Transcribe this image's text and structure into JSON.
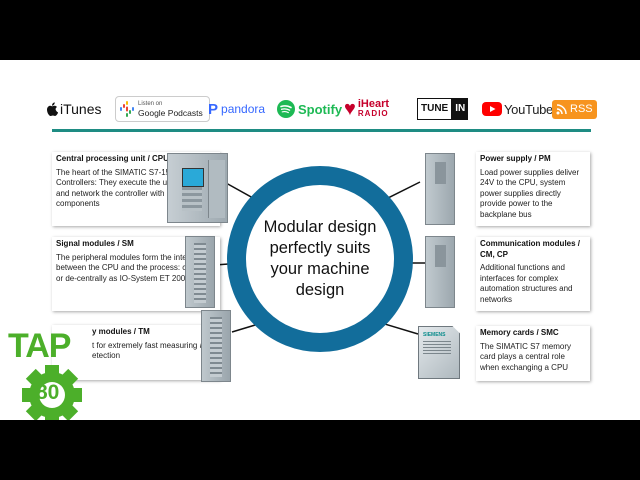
{
  "podcast_bar": {
    "itunes": "iTunes",
    "google_small": "Listen on",
    "google_main": "Google Podcasts",
    "pandora": "pandora",
    "spotify": "Spotify",
    "iheart_main": "iHeart",
    "iheart_sub": "RADIO",
    "tunein_a": "TUNE",
    "tunein_b": "IN",
    "youtube": "YouTube",
    "rss": "RSS"
  },
  "center": {
    "text": "Modular design perfectly suits your machine design"
  },
  "cards": {
    "cpu": {
      "title": "Central processing unit / CPU",
      "body": "The heart of the SIMATIC S7-1500 Controllers: They execute the user program and network the controller with other components"
    },
    "sm": {
      "title": "Signal modules / SM",
      "body": "The peripheral modules form the interface between the CPU and the process: centrally or de-centrally as IO-System ET 200MP"
    },
    "tm": {
      "title": "y modules / TM",
      "body": "t for extremely fast measuring and etection"
    },
    "pm": {
      "title": "Power supply / PM",
      "body": "Load power supplies deliver 24V to the CPU, system power supplies directly provide power to the backplane bus"
    },
    "cm": {
      "title": "Communication modules / CM, CP",
      "body": "Additional functions and interfaces for complex automation structures and networks"
    },
    "smc": {
      "title": "Memory cards / SMC",
      "body": "The SIMATIC S7 memory card plays a central role when exchanging a CPU"
    }
  },
  "memory_card_label": "SIEMENS",
  "logo": {
    "top": "TAP",
    "bottom": "80"
  },
  "colors": {
    "ring": "#126d9b",
    "divider": "#1e8c83",
    "logo": "#4caf2a",
    "module": "#a9b4bb"
  }
}
